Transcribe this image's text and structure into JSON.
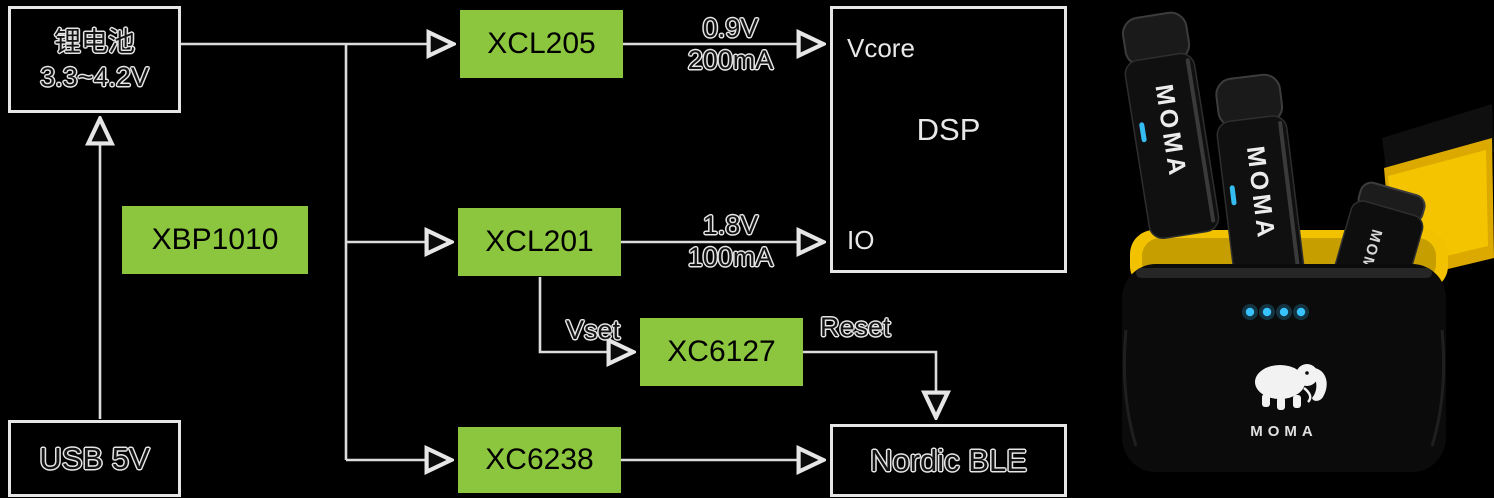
{
  "diagram": {
    "battery": {
      "name": "锂电池",
      "voltage": "3.3~4.2V"
    },
    "usb": "USB 5V",
    "regulators": {
      "charger": "XBP1010",
      "buck_core": "XCL205",
      "buck_io": "XCL201",
      "detector": "XC6127",
      "ldo": "XC6238"
    },
    "dsp": {
      "title": "DSP",
      "pin_vcore": "Vcore",
      "pin_io": "IO"
    },
    "ble": "Nordic BLE",
    "rails": {
      "core": {
        "voltage": "0.9V",
        "current": "200mA"
      },
      "io": {
        "voltage": "1.8V",
        "current": "100mA"
      }
    },
    "signals": {
      "vset": "Vset",
      "reset": "Reset"
    },
    "colors": {
      "block_green": "#8cc63f",
      "wire": "#dcdcdc",
      "text_outline": "#e6e6e6",
      "background": "#000000"
    }
  },
  "photo": {
    "brand": "MOMA",
    "logo_text": "MOMA",
    "colors": {
      "case_black": "#0b0b0b",
      "accent_yellow": "#f2c200",
      "led_blue": "#38c2ff"
    }
  }
}
